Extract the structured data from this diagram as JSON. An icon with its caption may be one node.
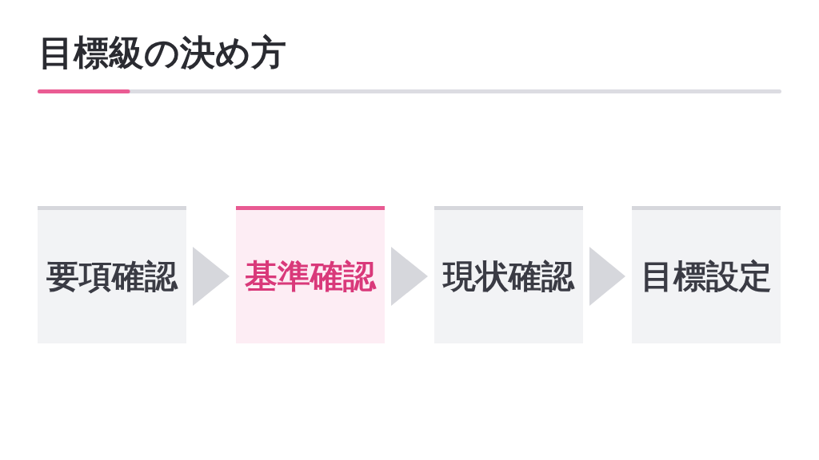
{
  "diagram": {
    "title": "目標級の決め方",
    "nodes": [
      {
        "text": [
          "要項確認"
        ]
      },
      {
        "text": [
          "基準確認"
        ]
      },
      {
        "text": [
          "現状確認"
        ]
      },
      {
        "text": [
          "目標設定"
        ]
      }
    ],
    "edges": [
      {
        "from": 0,
        "to": 1,
        "arrow": "to"
      },
      {
        "from": 1,
        "to": 2,
        "arrow": "to"
      },
      {
        "from": 2,
        "to": 3,
        "arrow": "to"
      }
    ]
  }
}
